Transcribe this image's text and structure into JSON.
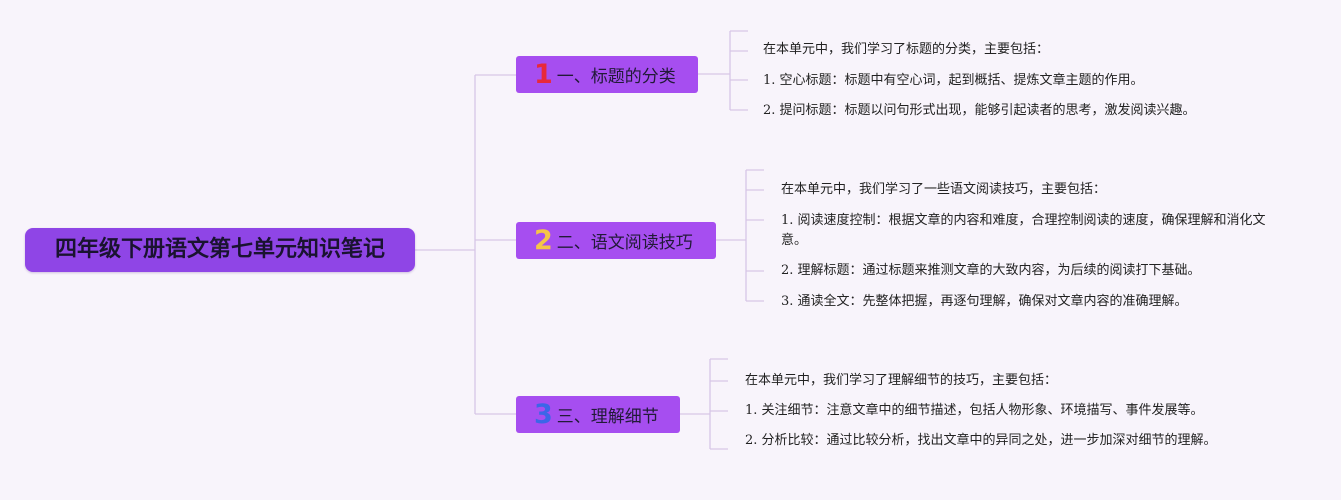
{
  "root": {
    "title": "四年级下册语文第七单元知识笔记"
  },
  "topics": [
    {
      "number": "1",
      "label": "一、标题的分类",
      "notes": [
        "在本单元中，我们学习了标题的分类，主要包括：",
        "1. 空心标题：标题中有空心词，起到概括、提炼文章主题的作用。",
        "2. 提问标题：标题以问句形式出现，能够引起读者的思考，激发阅读兴趣。"
      ]
    },
    {
      "number": "2",
      "label": "二、语文阅读技巧",
      "notes": [
        "在本单元中，我们学习了一些语文阅读技巧，主要包括：",
        "1. 阅读速度控制：根据文章的内容和难度，合理控制阅读的速度，确保理解和消化文意。",
        "2. 理解标题：通过标题来推测文章的大致内容，为后续的阅读打下基础。",
        "3. 通读全文：先整体把握，再逐句理解，确保对文章内容的准确理解。"
      ]
    },
    {
      "number": "3",
      "label": "三、理解细节",
      "notes": [
        "在本单元中，我们学习了理解细节的技巧，主要包括：",
        "1. 关注细节：注意文章中的细节描述，包括人物形象、环境描写、事件发展等。",
        "2. 分析比较：通过比较分析，找出文章中的异同之处，进一步加深对细节的理解。"
      ]
    }
  ]
}
